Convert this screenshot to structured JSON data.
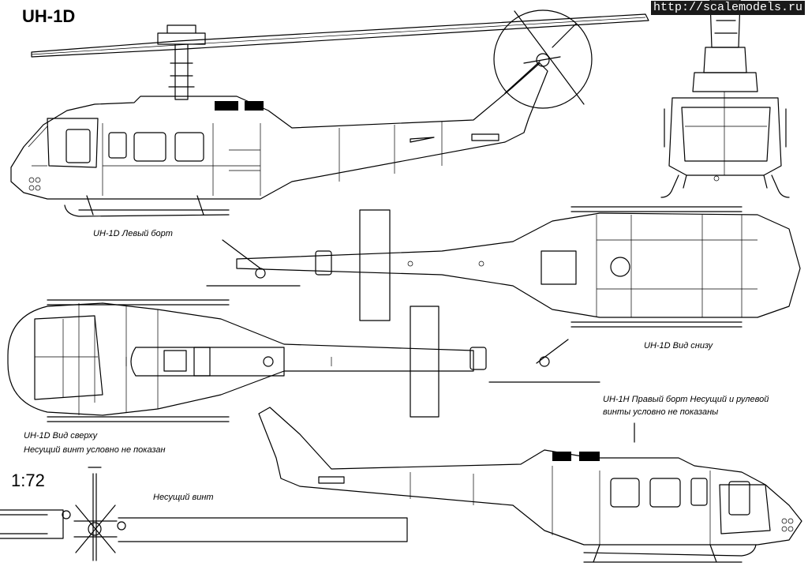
{
  "title": "UH-1D",
  "watermark": "http://scalemodels.ru",
  "scale": "1:72",
  "captions": {
    "left_side": "UH-1D  Левый борт",
    "bottom_view": "UH-1D  Вид снизу",
    "right_side_1": "UH-1H  Правый борт  Несущий и рулевой",
    "right_side_2": "винты условно не показаны",
    "top_view_1": "UH-1D  Вид сверху",
    "top_view_2": "Несущий винт условно не показан",
    "rotor": "Несущий винт"
  },
  "colors": {
    "ink": "#000000",
    "paper": "#ffffff",
    "watermark_bg": "#1a1a1a"
  }
}
